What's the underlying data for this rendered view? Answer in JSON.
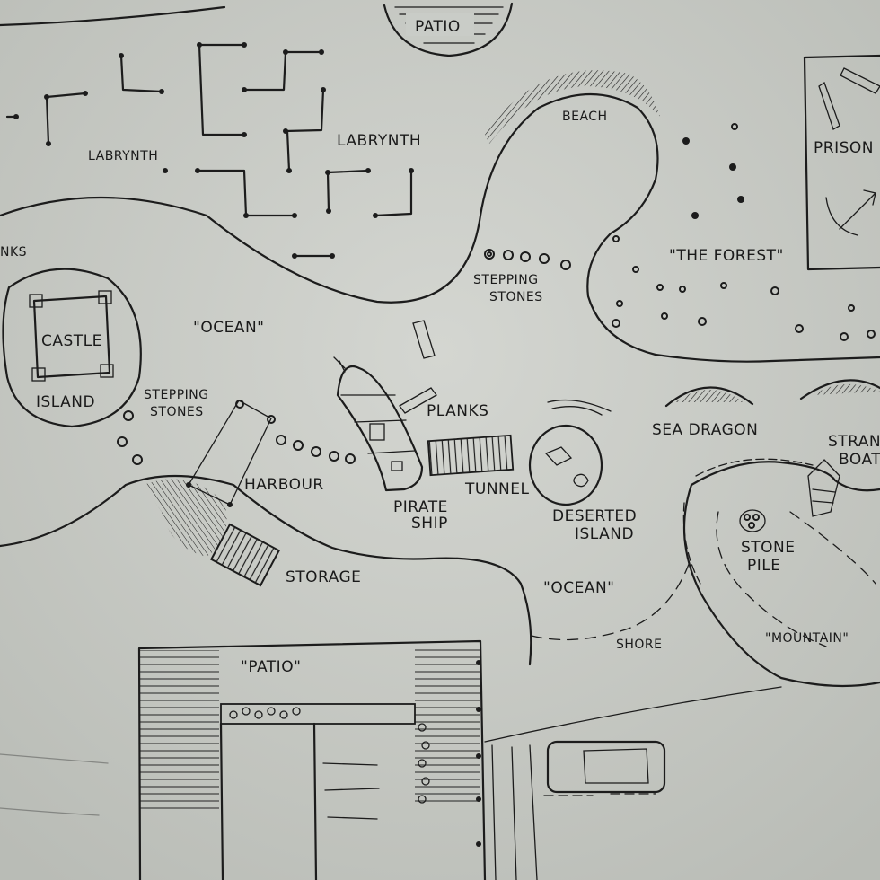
{
  "labels": {
    "patio_top": "PATIO",
    "labrynth_small": "LABRYNTH",
    "labrynth": "LABRYNTH",
    "beach": "BEACH",
    "prison": "PRISON",
    "links": "NKS",
    "the_forest": "\"THE FOREST\"",
    "stepping_stones_right_1": "STEPPING",
    "stepping_stones_right_2": "STONES",
    "ocean_top": "\"OCEAN\"",
    "castle": "CASTLE",
    "island": "ISLAND",
    "stepping_stones_left_1": "STEPPING",
    "stepping_stones_left_2": "STONES",
    "planks": "PLANKS",
    "sea_dragon": "SEA DRAGON",
    "stranded_1": "STRAND",
    "stranded_2": "BOAT",
    "harbour": "HARBOUR",
    "tunnel": "TUNNEL",
    "pirate_1": "PIRATE",
    "pirate_2": "SHIP",
    "deserted_1": "DESERTED",
    "deserted_2": "ISLAND",
    "stone_1": "STONE",
    "stone_2": "PILE",
    "storage": "STORAGE",
    "ocean_bottom": "\"OCEAN\"",
    "shore": "SHORE",
    "mountain": "\"MOUNTAIN\"",
    "patio_bottom": "\"PATIO\""
  },
  "colors": {
    "paper": "#c9ccc7",
    "ink": "#1c1c1c"
  }
}
